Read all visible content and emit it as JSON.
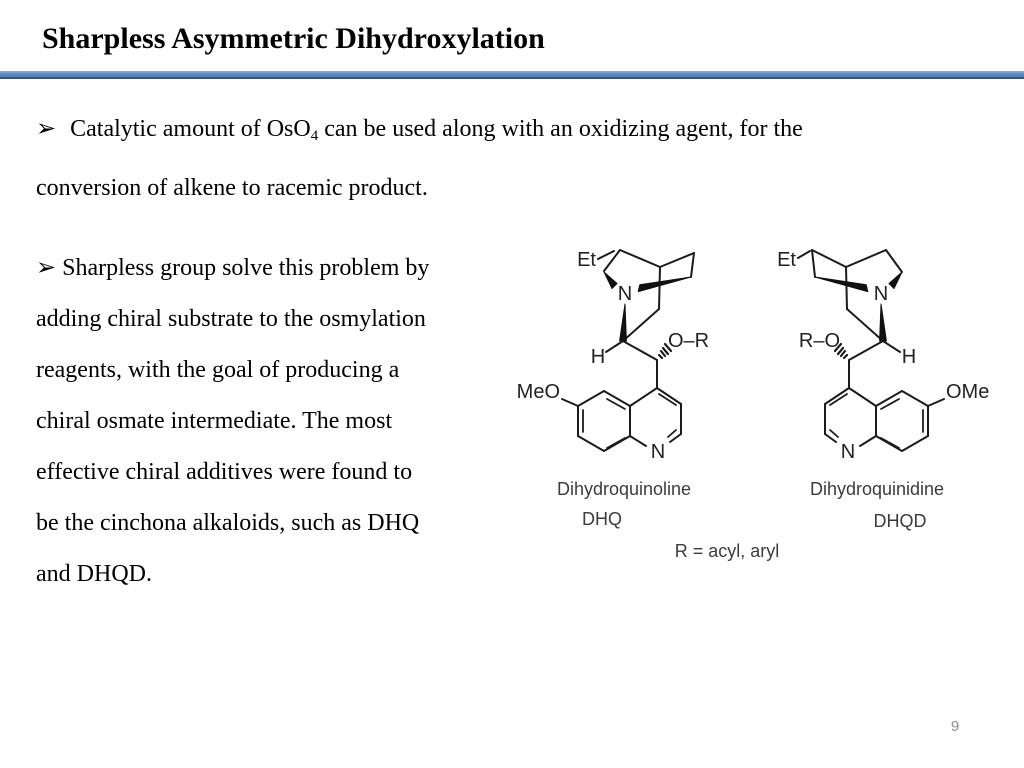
{
  "slide": {
    "title": "Sharpless Asymmetric Dihydroxylation",
    "page_number": "9",
    "accent_color": "#4f81bd",
    "bullet_marker": "➢"
  },
  "bullets": {
    "b1": {
      "l1_pre": "Catalytic amount of OsO",
      "l1_sub": "4",
      "l1_post": " can be used along with an oxidizing agent, for the",
      "l2": "conversion of alkene to racemic product."
    },
    "b2": {
      "l1": "Sharpless group solve this problem by",
      "l2": "adding chiral substrate to the osmylation",
      "l3": "reagents, with the goal of producing a",
      "l4": "chiral osmate intermediate. The most",
      "l5": "effective chiral additives were found to",
      "l6": "be the cinchona alkaloids, such as DHQ",
      "l7": "and DHQD."
    }
  },
  "figure": {
    "molecules": {
      "left": {
        "name": "Dihydroquinoline",
        "abbr": "DHQ",
        "labels": {
          "ethyl": "Et",
          "amine_n": "N",
          "stereo_h": "H",
          "ether": "O–R",
          "methoxy": "MeO",
          "ring_n": "N"
        }
      },
      "right": {
        "name": "Dihydroquinidine",
        "abbr": "DHQD",
        "labels": {
          "ethyl": "Et",
          "amine_n": "N",
          "stereo_h": "H",
          "ether": "R–O",
          "methoxy": "OMe",
          "ring_n": "N"
        }
      }
    },
    "r_definition": "R = acyl, aryl"
  }
}
